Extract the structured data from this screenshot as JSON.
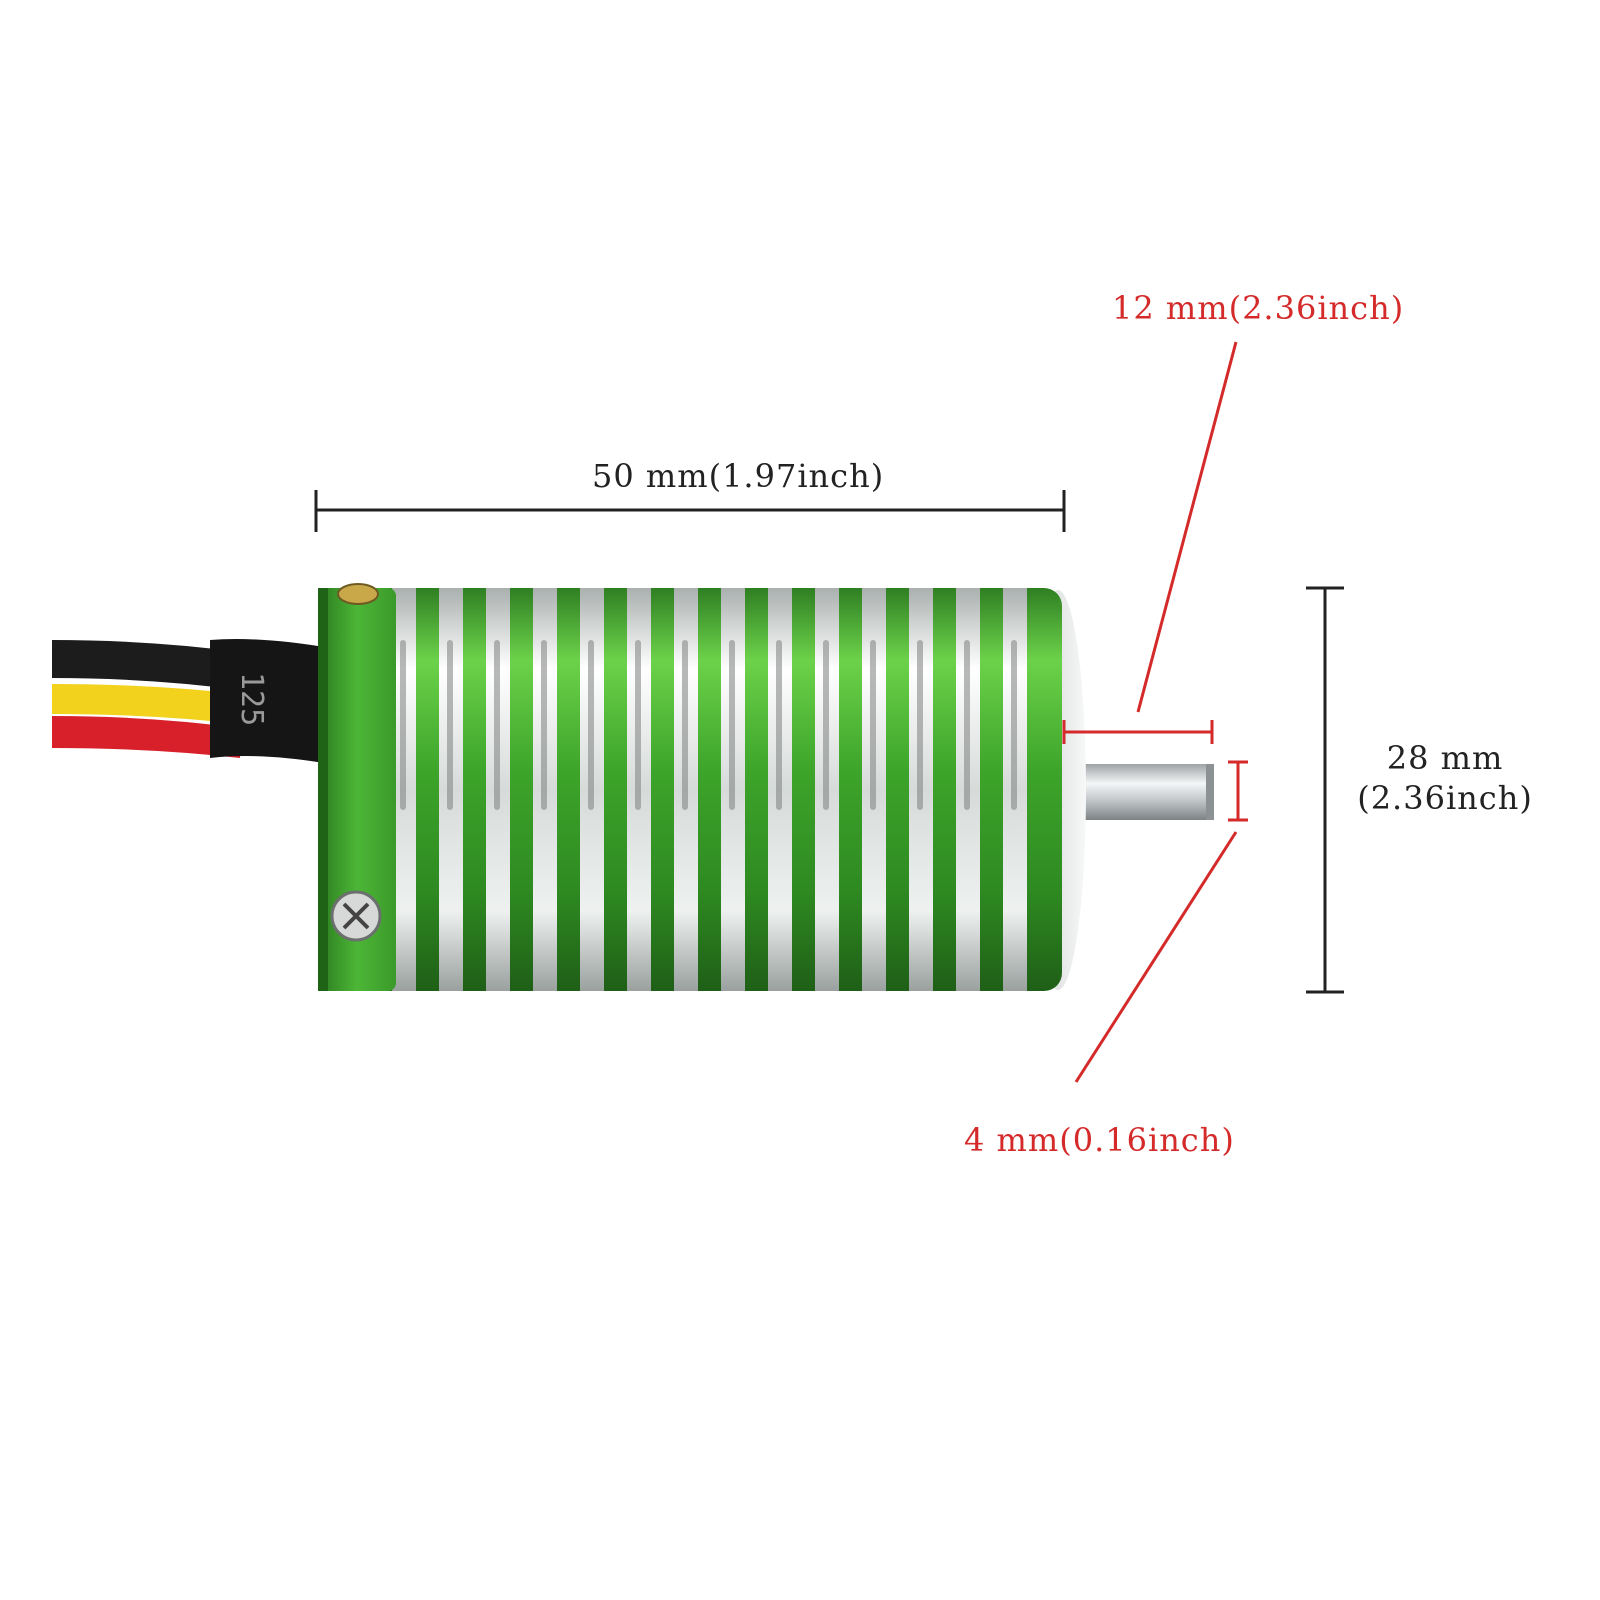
{
  "dimensions": {
    "body_length": "50 mm(1.97inch)",
    "shaft_length": "12 mm(2.36inch)",
    "diameter_mm": "28 mm",
    "diameter_inch": "(2.36inch)",
    "shaft_diameter": "4 mm(0.16inch)"
  },
  "product": {
    "cable_print": "125",
    "body_color": "#3fa02e",
    "fin_color": "#c9cfcd",
    "wire_colors": [
      "#1a1a1a",
      "#f2d21c",
      "#d8202a"
    ]
  },
  "colors": {
    "dimension_black": "#222222",
    "dimension_red": "#d42a2a"
  }
}
